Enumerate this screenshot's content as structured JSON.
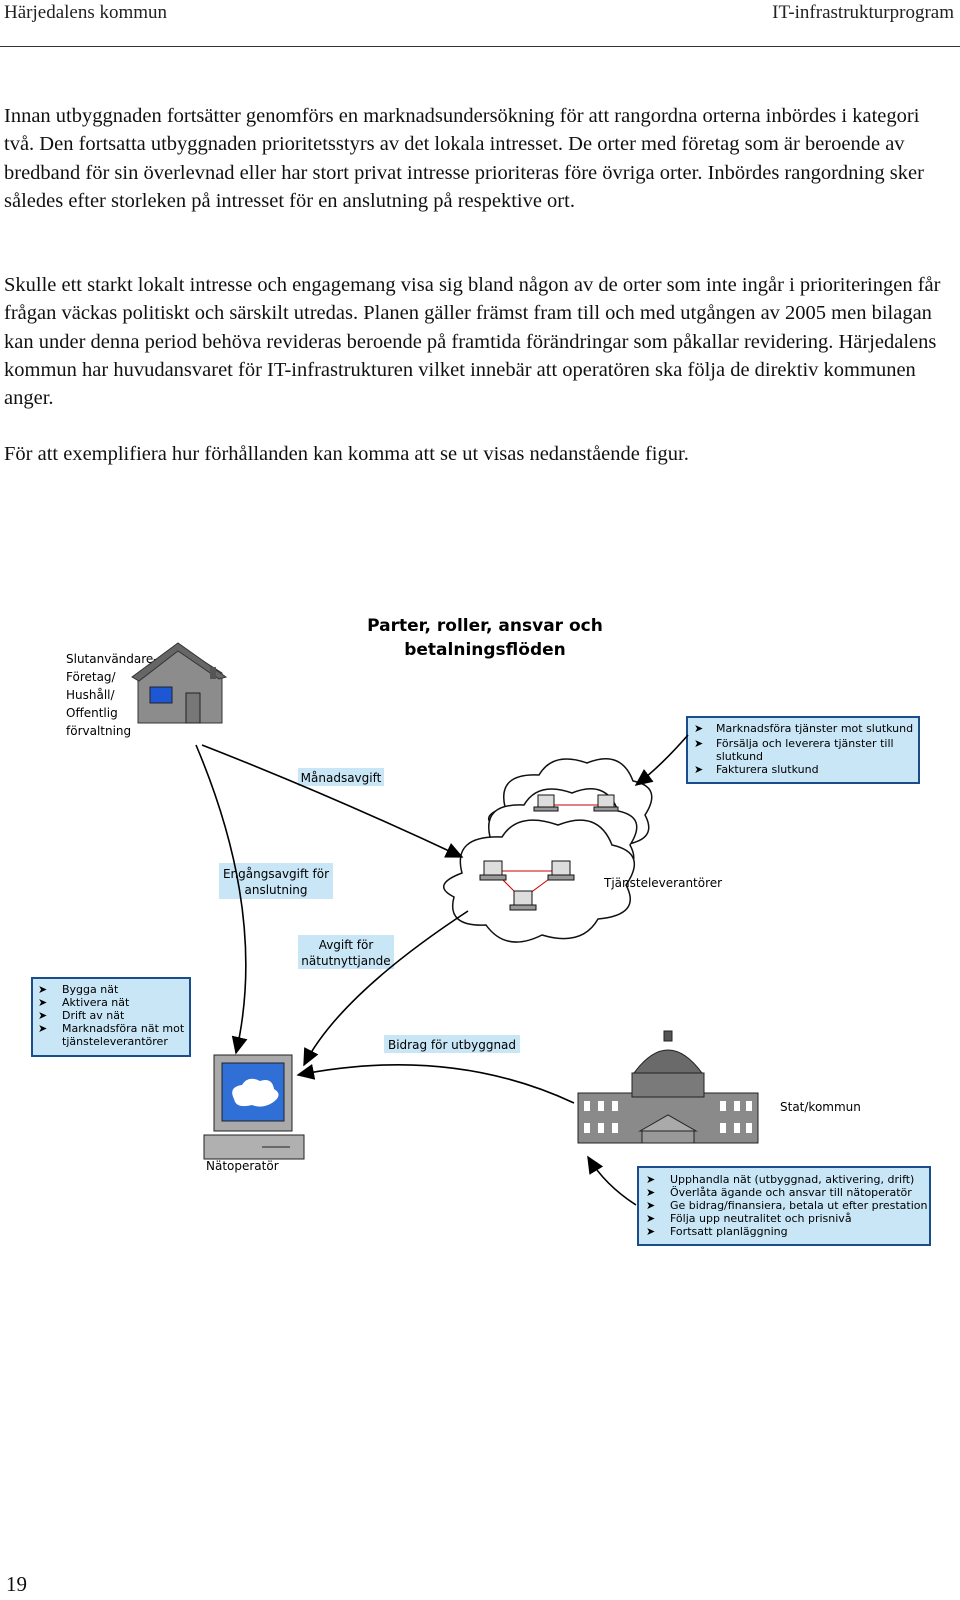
{
  "header": {
    "left": "Härjedalens kommun",
    "right": "IT-infrastrukturprogram"
  },
  "paragraphs": [
    "Innan utbyggnaden fortsätter genomförs en marknadsundersökning för att rangordna orterna inbördes i kategori två. Den fortsatta utbyggnaden prioritetsstyrs av det lokala intresset. De orter med företag som är beroende av bredband för sin överlevnad eller har stort privat intresse prioriteras före övriga orter. Inbördes rangordning sker således efter storleken på intresset för en anslutning på respektive ort.",
    "Skulle ett starkt lokalt intresse och engagemang visa sig bland någon av de orter som inte ingår i prioriteringen får frågan väckas politiskt och särskilt utredas. Planen gäller främst fram till och med utgången av 2005 men bilagan kan under denna period behöva revideras beroende på framtida förändringar som påkallar revidering. Härjedalens kommun har huvudansvaret för IT-infrastrukturen vilket innebär att operatören ska följa de direktiv kommunen anger.",
    "För att exemplifiera hur förhållanden kan komma att se ut visas nedanstående figur."
  ],
  "diagram": {
    "title_line1": "Parter, roller, ansvar och",
    "title_line2": "betalningsflöden",
    "enduser": [
      "Slutanvändare-",
      "Företag/",
      "Hushåll/",
      "Offentlig",
      "förvaltning"
    ],
    "monthly_fee": "Månadsavgift",
    "connection_fee": [
      "Engångsavgift för",
      "anslutning"
    ],
    "network_fee": [
      "Avgift för",
      "nätutnyttjande"
    ],
    "contribution": "Bidrag för utbyggnad",
    "service_providers": "Tjänsteleverantörer",
    "network_operator": "Nätoperatör",
    "state": "Stat/kommun",
    "box_services": [
      "Marknadsföra tjänster mot slutkund",
      "Försälja och leverera tjänster till",
      "slutkund",
      "Fakturera slutkund"
    ],
    "box_operator": [
      "Bygga nät",
      "Aktivera nät",
      "Drift av nät",
      "Marknadsföra nät mot",
      "tjänsteleverantörer"
    ],
    "box_state": [
      "Upphandla nät (utbyggnad, aktivering, drift)",
      "Överlåta ägande och ansvar till nätoperatör",
      "Ge bidrag/finansiera, betala ut efter prestation",
      "Följa upp neutralitet och prisnivå",
      "Fortsatt planläggning"
    ],
    "colors": {
      "box_fill": "#c8e6f5",
      "box_border": "#1a4d8c",
      "cloud_fill": "#5a8ee0",
      "screen_fill": "#2f6fd6",
      "building": "#8a8a8a"
    }
  },
  "page_number": "19"
}
